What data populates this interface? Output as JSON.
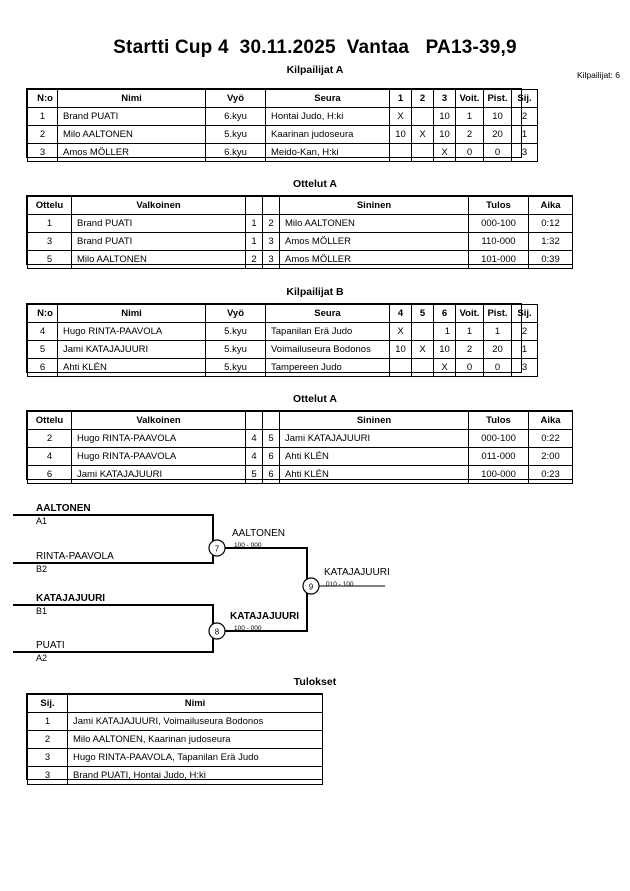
{
  "header": {
    "title": "Startti Cup 4  30.11.2025  Vantaa   PA13-39,9",
    "competitors_label": "Kilpailijat: 6"
  },
  "pool_a": {
    "caption": "Kilpailijat A",
    "columns": [
      "N:o",
      "Nimi",
      "Vyö",
      "Seura",
      "1",
      "2",
      "3",
      "Voit.",
      "Pist.",
      "Sij."
    ],
    "rows": [
      {
        "no": "1",
        "name": "Brand PUATI",
        "belt": "6.kyu",
        "club": "Hontai Judo, H:ki",
        "m1": "X",
        "m2": "",
        "m3": "10",
        "wins": "1",
        "points": "10",
        "rank": "2"
      },
      {
        "no": "2",
        "name": "Milo AALTONEN",
        "belt": "5.kyu",
        "club": "Kaarinan judoseura",
        "m1": "10",
        "m2": "X",
        "m3": "10",
        "wins": "2",
        "points": "20",
        "rank": "1"
      },
      {
        "no": "3",
        "name": "Amos MÖLLER",
        "belt": "6.kyu",
        "club": "Meido-Kan, H:ki",
        "m1": "",
        "m2": "",
        "m3": "X",
        "wins": "0",
        "points": "0",
        "rank": "3"
      }
    ]
  },
  "matches_a": {
    "caption": "Ottelut A",
    "columns": [
      "Ottelu",
      "Valkoinen",
      "",
      "",
      "Sininen",
      "Tulos",
      "Aika"
    ],
    "rows": [
      {
        "match": "1",
        "white": "Brand PUATI",
        "white_bold": false,
        "wno": "1",
        "bno": "2",
        "blue": "Milo AALTONEN",
        "blue_bold": true,
        "result": "000-100",
        "time": "0:12"
      },
      {
        "match": "3",
        "white": "Brand PUATI",
        "white_bold": true,
        "wno": "1",
        "bno": "3",
        "blue": "Amos MÖLLER",
        "blue_bold": false,
        "result": "110-000",
        "time": "1:32"
      },
      {
        "match": "5",
        "white": "Milo AALTONEN",
        "white_bold": true,
        "wno": "2",
        "bno": "3",
        "blue": "Amos MÖLLER",
        "blue_bold": false,
        "result": "101-000",
        "time": "0:39"
      }
    ]
  },
  "pool_b": {
    "caption": "Kilpailijat B",
    "columns": [
      "N:o",
      "Nimi",
      "Vyö",
      "Seura",
      "4",
      "5",
      "6",
      "Voit.",
      "Pist.",
      "Sij."
    ],
    "rows": [
      {
        "no": "4",
        "name": "Hugo RINTA-PAAVOLA",
        "belt": "5.kyu",
        "club": "Tapanilan Erä Judo",
        "m1": "X",
        "m2": "",
        "m3": "1",
        "wins": "1",
        "points": "1",
        "rank": "2"
      },
      {
        "no": "5",
        "name": "Jami KATAJAJUURI",
        "belt": "5.kyu",
        "club": "Voimailuseura Bodonos",
        "m1": "10",
        "m2": "X",
        "m3": "10",
        "wins": "2",
        "points": "20",
        "rank": "1"
      },
      {
        "no": "6",
        "name": "Ahti KLÉN",
        "belt": "5.kyu",
        "club": "Tampereen Judo",
        "m1": "",
        "m2": "",
        "m3": "X",
        "wins": "0",
        "points": "0",
        "rank": "3"
      }
    ]
  },
  "matches_b": {
    "caption": "Ottelut A",
    "columns": [
      "Ottelu",
      "Valkoinen",
      "",
      "",
      "Sininen",
      "Tulos",
      "Aika"
    ],
    "rows": [
      {
        "match": "2",
        "white": "Hugo RINTA-PAAVOLA",
        "white_bold": false,
        "wno": "4",
        "bno": "5",
        "blue": "Jami KATAJAJUURI",
        "blue_bold": true,
        "result": "000-100",
        "time": "0:22"
      },
      {
        "match": "4",
        "white": "Hugo RINTA-PAAVOLA",
        "white_bold": true,
        "wno": "4",
        "bno": "6",
        "blue": "Ahti KLÉN",
        "blue_bold": false,
        "result": "011-000",
        "time": "2:00"
      },
      {
        "match": "6",
        "white": "Jami KATAJAJUURI",
        "white_bold": true,
        "wno": "5",
        "bno": "6",
        "blue": "Ahti KLÉN",
        "blue_bold": false,
        "result": "100-000",
        "time": "0:23"
      }
    ]
  },
  "bracket": {
    "entries": [
      {
        "name": "AALTONEN",
        "seed": "A1",
        "bold": true
      },
      {
        "name": "RINTA-PAAVOLA",
        "seed": "B2",
        "bold": false
      },
      {
        "name": "KATAJAJUURI",
        "seed": "B1",
        "bold": true
      },
      {
        "name": "PUATI",
        "seed": "A2",
        "bold": false
      }
    ],
    "semi_top": {
      "number": "7",
      "winner": "AALTONEN",
      "score": "100 - 000",
      "bold": false
    },
    "semi_bottom": {
      "number": "8",
      "winner": "KATAJAJUURI",
      "score": "100 - 000",
      "bold": true
    },
    "final": {
      "number": "9",
      "winner": "KATAJAJUURI",
      "score": "010 - 100",
      "bold": false
    }
  },
  "results": {
    "caption": "Tulokset",
    "columns": [
      "Sij.",
      "Nimi"
    ],
    "rows": [
      {
        "rank": "1",
        "name": "Jami KATAJAJUURI, Voimailuseura Bodonos"
      },
      {
        "rank": "2",
        "name": "Milo AALTONEN, Kaarinan judoseura"
      },
      {
        "rank": "3",
        "name": "Hugo RINTA-PAAVOLA, Tapanilan Erä Judo"
      },
      {
        "rank": "3",
        "name": "Brand PUATI, Hontai Judo, H:ki"
      }
    ]
  }
}
